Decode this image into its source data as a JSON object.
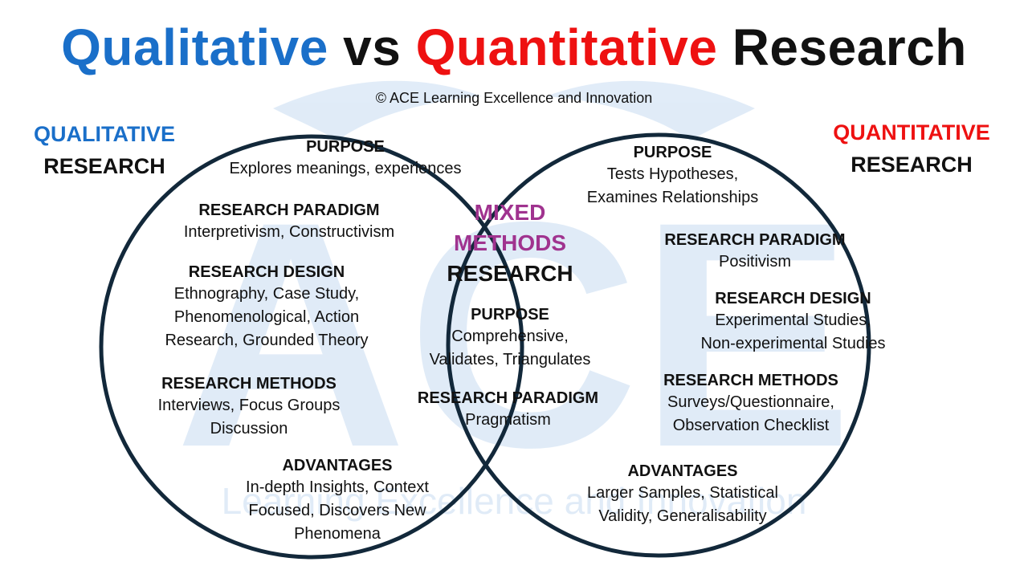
{
  "title": {
    "part1": "Qualitative",
    "part2": "vs",
    "part3": "Quantitative",
    "part4": "Research"
  },
  "copyright": "© ACE Learning Excellence and Innovation",
  "watermark": {
    "letters": "ACE",
    "text": "Learning Excellence and Innovation"
  },
  "colors": {
    "qualitative": "#1a6fc9",
    "quantitative": "#ee1111",
    "mixed": "#a0338f",
    "circle": "#12283a"
  },
  "qualitative": {
    "label_line1": "QUALITATIVE",
    "label_line2": "RESEARCH",
    "purpose": {
      "heading": "PURPOSE",
      "body": "Explores meanings, experiences"
    },
    "paradigm": {
      "heading": "RESEARCH PARADIGM",
      "body": "Interpretivism, Constructivism"
    },
    "design": {
      "heading": "RESEARCH DESIGN",
      "line1": "Ethnography, Case Study,",
      "line2": "Phenomenological, Action",
      "line3": "Research, Grounded Theory"
    },
    "methods": {
      "heading": "RESEARCH METHODS",
      "line1": "Interviews, Focus Groups",
      "line2": "Discussion"
    },
    "advantages": {
      "heading": "ADVANTAGES",
      "line1": "In-depth Insights, Context",
      "line2": "Focused, Discovers New",
      "line3": "Phenomena"
    }
  },
  "mixed": {
    "label_line1": "MIXED",
    "label_line2": "METHODS",
    "label_line3": "RESEARCH",
    "purpose": {
      "heading": "PURPOSE",
      "line1": "Comprehensive,",
      "line2": "Validates, Triangulates"
    },
    "paradigm": {
      "heading": "RESEARCH PARADIGM",
      "body": "Pragmatism"
    }
  },
  "quantitative": {
    "label_line1": "QUANTITATIVE",
    "label_line2": "RESEARCH",
    "purpose": {
      "heading": "PURPOSE",
      "line1": "Tests Hypotheses,",
      "line2": "Examines Relationships"
    },
    "paradigm": {
      "heading": "RESEARCH PARADIGM",
      "body": "Positivism"
    },
    "design": {
      "heading": "RESEARCH DESIGN",
      "line1": "Experimental Studies,",
      "line2": "Non-experimental Studies"
    },
    "methods": {
      "heading": "RESEARCH METHODS",
      "line1": "Surveys/Questionnaire,",
      "line2": "Observation Checklist"
    },
    "advantages": {
      "heading": "ADVANTAGES",
      "line1": "Larger Samples, Statistical",
      "line2": "Validity, Generalisability"
    }
  }
}
